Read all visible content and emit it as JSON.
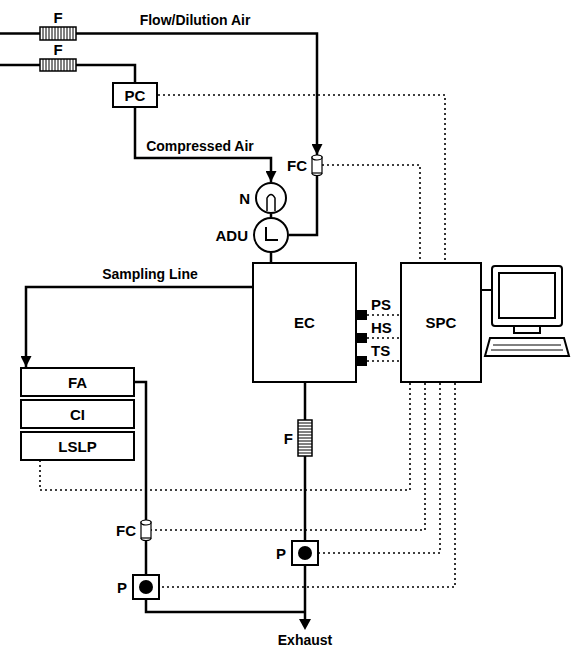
{
  "diagram": {
    "nodes": [
      {
        "text": [
          "F"
        ]
      },
      {
        "text": [
          "F"
        ]
      },
      {
        "text": [
          "PC"
        ]
      },
      {
        "text": [
          "FC"
        ]
      },
      {
        "text": [
          "N"
        ]
      },
      {
        "text": [
          "ADU"
        ]
      },
      {
        "text": [
          "EC"
        ]
      },
      {
        "text": [
          "PS"
        ]
      },
      {
        "text": [
          "HS"
        ]
      },
      {
        "text": [
          "TS"
        ]
      },
      {
        "text": [
          "SPC"
        ]
      },
      {
        "text": [
          "FA"
        ]
      },
      {
        "text": [
          "CI"
        ]
      },
      {
        "text": [
          "LSLP"
        ]
      },
      {
        "text": [
          "F"
        ]
      },
      {
        "text": [
          "FC"
        ]
      },
      {
        "text": [
          "P"
        ]
      },
      {
        "text": [
          "P"
        ]
      }
    ],
    "edges": [
      {
        "from": 0,
        "to": 3,
        "arrow": "to",
        "label": "Flow/Dilution Air"
      },
      {
        "from": 3,
        "to": 5,
        "arrow": "none"
      },
      {
        "from": 1,
        "to": 2,
        "arrow": "none"
      },
      {
        "from": 2,
        "to": 4,
        "arrow": "to",
        "label": "Compressed Air"
      },
      {
        "from": 4,
        "to": 5,
        "arrow": "none"
      },
      {
        "from": 5,
        "to": 6,
        "arrow": "none"
      },
      {
        "from": 6,
        "to": 11,
        "arrow": "to",
        "label": "Sampling Line"
      },
      {
        "from": 11,
        "to": 15,
        "arrow": "none"
      },
      {
        "from": 15,
        "to": 16,
        "arrow": "none"
      },
      {
        "from": 6,
        "to": 14,
        "arrow": "none"
      },
      {
        "from": 14,
        "to": 17,
        "arrow": "none"
      },
      {
        "from": 2,
        "to": 10,
        "arrow": "none"
      },
      {
        "from": 3,
        "to": 10,
        "arrow": "none"
      },
      {
        "from": 7,
        "to": 10,
        "arrow": "none"
      },
      {
        "from": 8,
        "to": 10,
        "arrow": "none"
      },
      {
        "from": 9,
        "to": 10,
        "arrow": "none"
      },
      {
        "from": 10,
        "to": 13,
        "arrow": "none"
      },
      {
        "from": 10,
        "to": 15,
        "arrow": "none"
      },
      {
        "from": 10,
        "to": 17,
        "arrow": "none"
      },
      {
        "from": 10,
        "to": 16,
        "arrow": "none"
      }
    ],
    "labels": [
      "Exhaust"
    ]
  }
}
